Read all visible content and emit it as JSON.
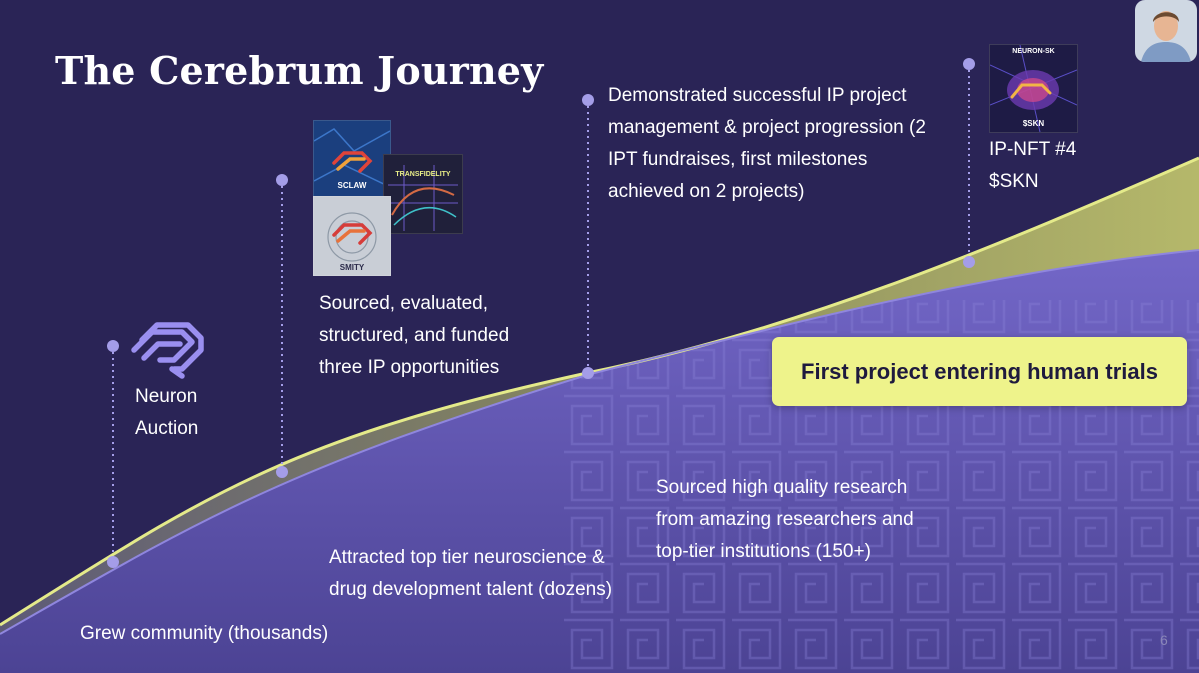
{
  "title": "The Cerebrum Journey",
  "milestones": {
    "neuron": "Neuron Auction",
    "sourced_ip": "Sourced, evaluated, structured, and funded three IP opportunities",
    "demonstrated": "Demonstrated successful IP project management & project progression (2 IPT fundraises, first milestones achieved on 2 projects)",
    "ipnft": "IP-NFT #4 $SKN"
  },
  "bottom_notes": {
    "community": "Grew community (thousands)",
    "talent": "Attracted top tier neuroscience & drug development talent (dozens)",
    "research": "Sourced high quality research from amazing researchers and top-tier institutions (150+)"
  },
  "callout": "First project entering human trials",
  "thumbnails": {
    "sclaw": "SCLAW",
    "smity": "SMITY",
    "transfidelity": "TRANSFIDELITY",
    "neuron_sk": "NEURON-SK",
    "skn": "$SKN"
  },
  "page_number": "6",
  "colors": {
    "background": "#2a2456",
    "lower_fill": "#6a5fbc",
    "band_fill": "#9ea35c",
    "callout_bg": "#eef38b",
    "marker": "#a49de8"
  }
}
